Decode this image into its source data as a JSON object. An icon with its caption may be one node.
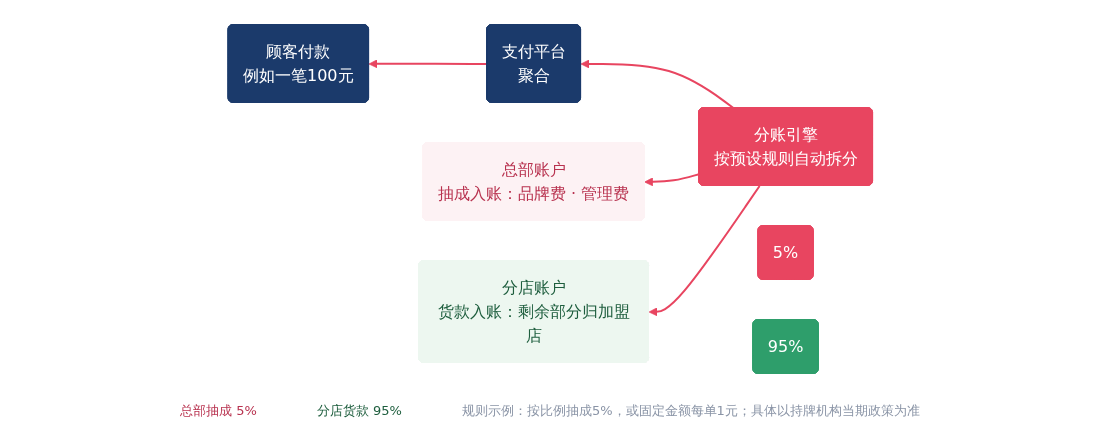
{
  "diagram": {
    "nodes": [
      {
        "text": [
          "顾客付款",
          "例如一笔100元"
        ]
      },
      {
        "text": [
          "支付平台",
          "聚合"
        ]
      },
      {
        "text": [
          "分账引擎",
          "按预设规则自动拆分"
        ]
      },
      {
        "text": [
          "总部账户",
          "抽成入账：品牌费 · 管理费"
        ]
      },
      {
        "text": [
          "分店账户",
          "货款入账：剩余部分归加盟店"
        ]
      },
      {
        "text": [
          "5%"
        ]
      },
      {
        "text": [
          "95%"
        ]
      }
    ],
    "edges": [
      {
        "from": 1,
        "to": 0,
        "arrow": "to"
      },
      {
        "from": 2,
        "to": 1,
        "arrow": "to"
      },
      {
        "from": 2,
        "to": 3,
        "arrow": "to"
      },
      {
        "from": 2,
        "to": 4,
        "arrow": "to"
      }
    ],
    "labels": [
      "总部抽成 5%",
      "分店货款 95%",
      "规则示例：按比例抽成5%，或固定金额每单1元；具体以持牌机构当期政策为准"
    ]
  }
}
